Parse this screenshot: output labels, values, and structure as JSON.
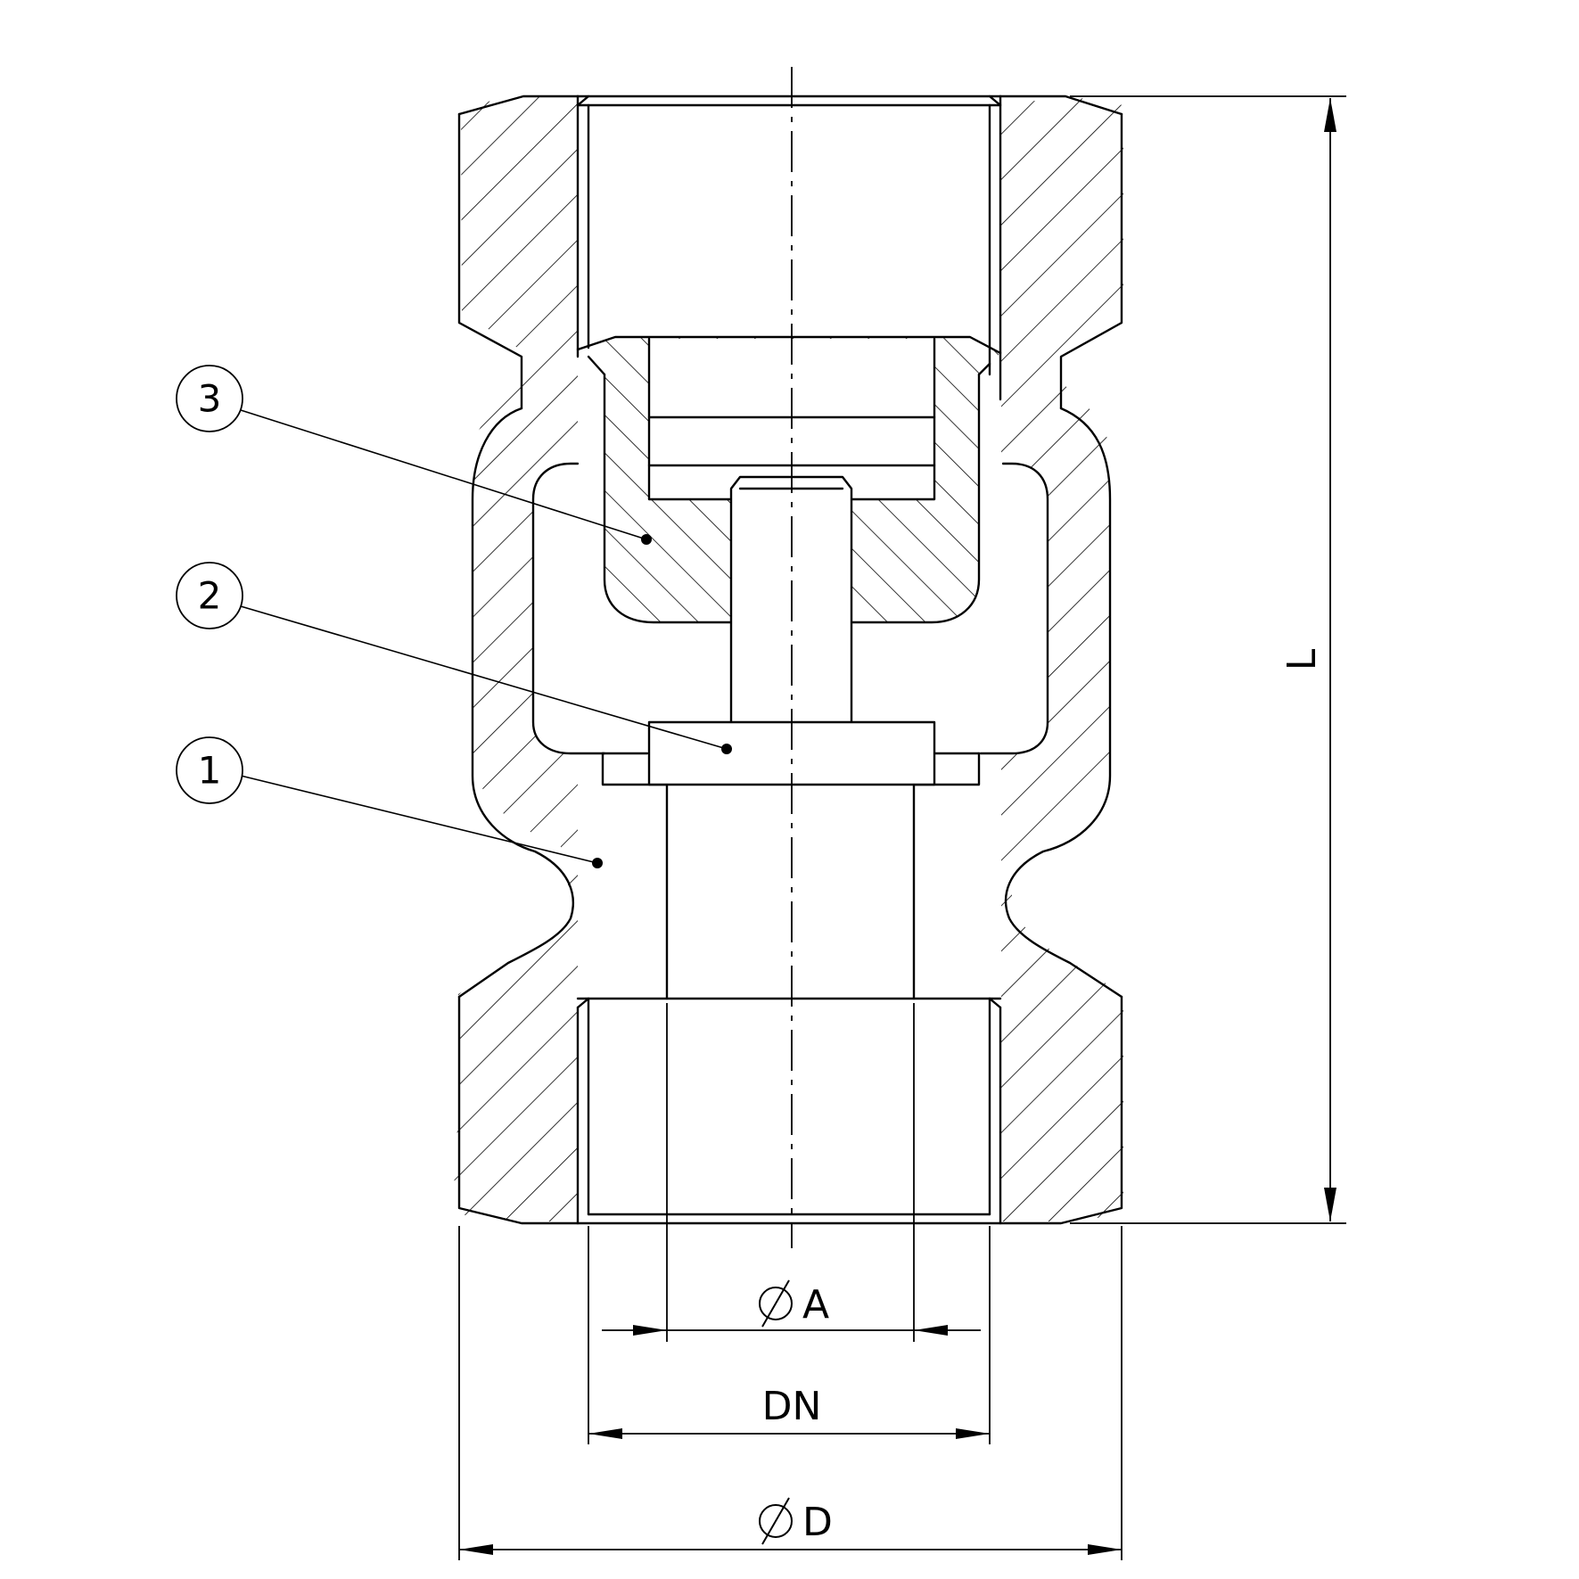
{
  "balloons": [
    {
      "number": "1"
    },
    {
      "number": "2"
    },
    {
      "number": "3"
    }
  ],
  "dimensions": {
    "bore": "A",
    "nominal": "DN",
    "outer": "D",
    "length": "L"
  }
}
